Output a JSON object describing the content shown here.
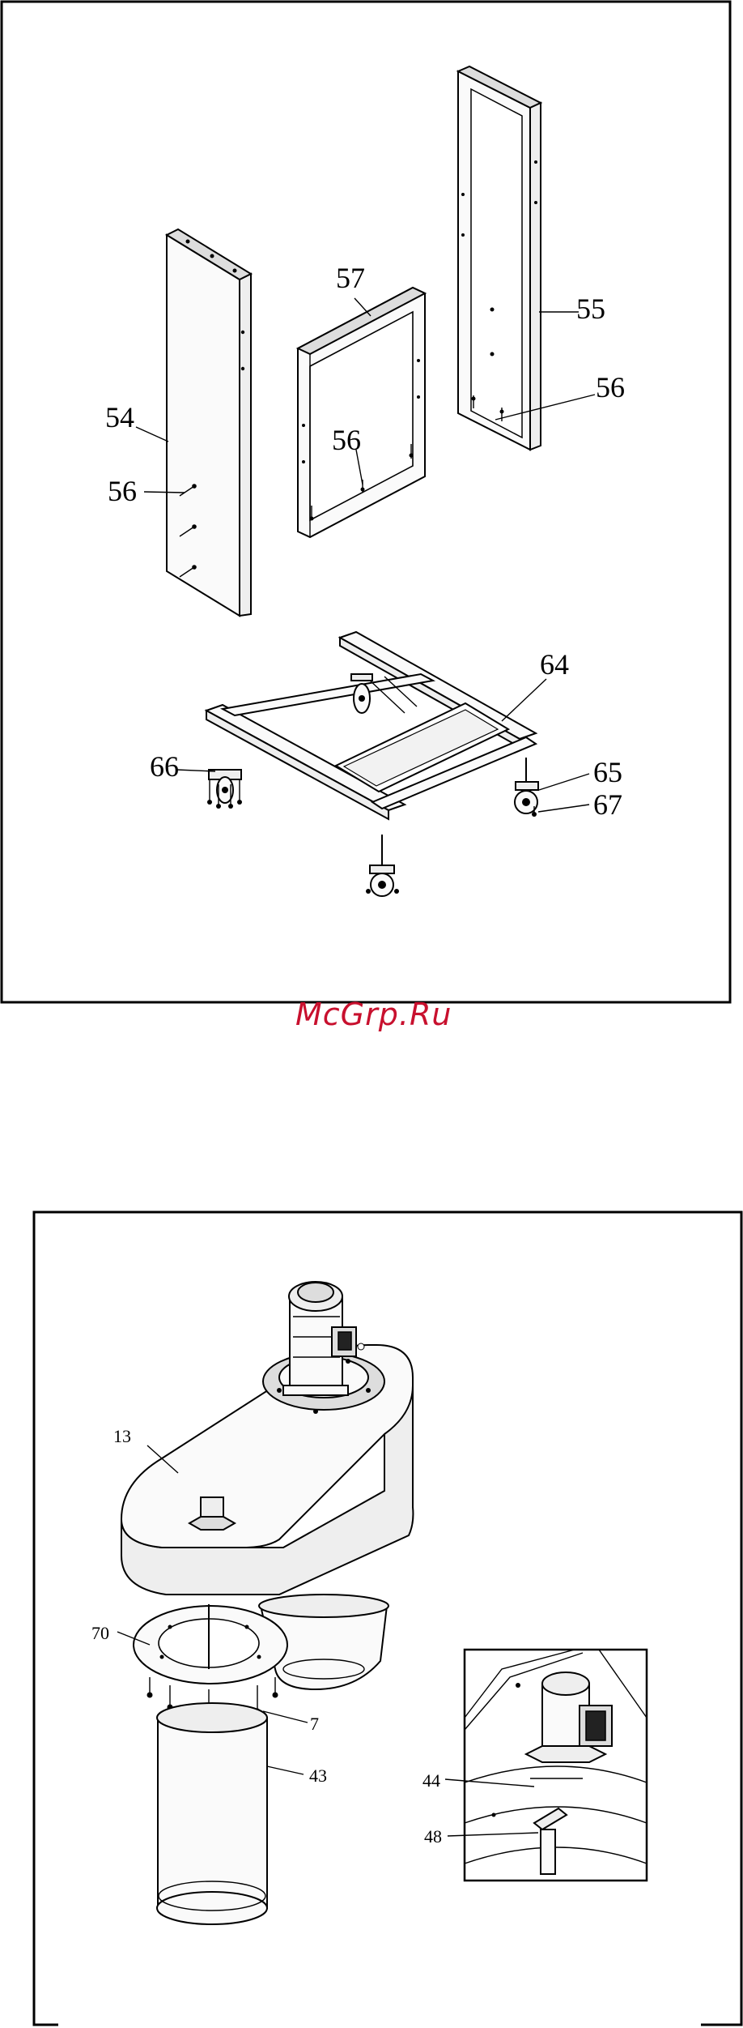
{
  "watermark": "McGrp.Ru",
  "top_diagram": {
    "labels": {
      "p54": "54",
      "p56_left": "56",
      "p57": "57",
      "p56_mid": "56",
      "p55": "55",
      "p56_right": "56",
      "p64": "64",
      "p66": "66",
      "p65": "65",
      "p67": "67"
    }
  },
  "bottom_diagram": {
    "labels": {
      "p13": "13",
      "p70": "70",
      "p7": "7",
      "p43": "43",
      "p44": "44",
      "p48": "48"
    }
  }
}
